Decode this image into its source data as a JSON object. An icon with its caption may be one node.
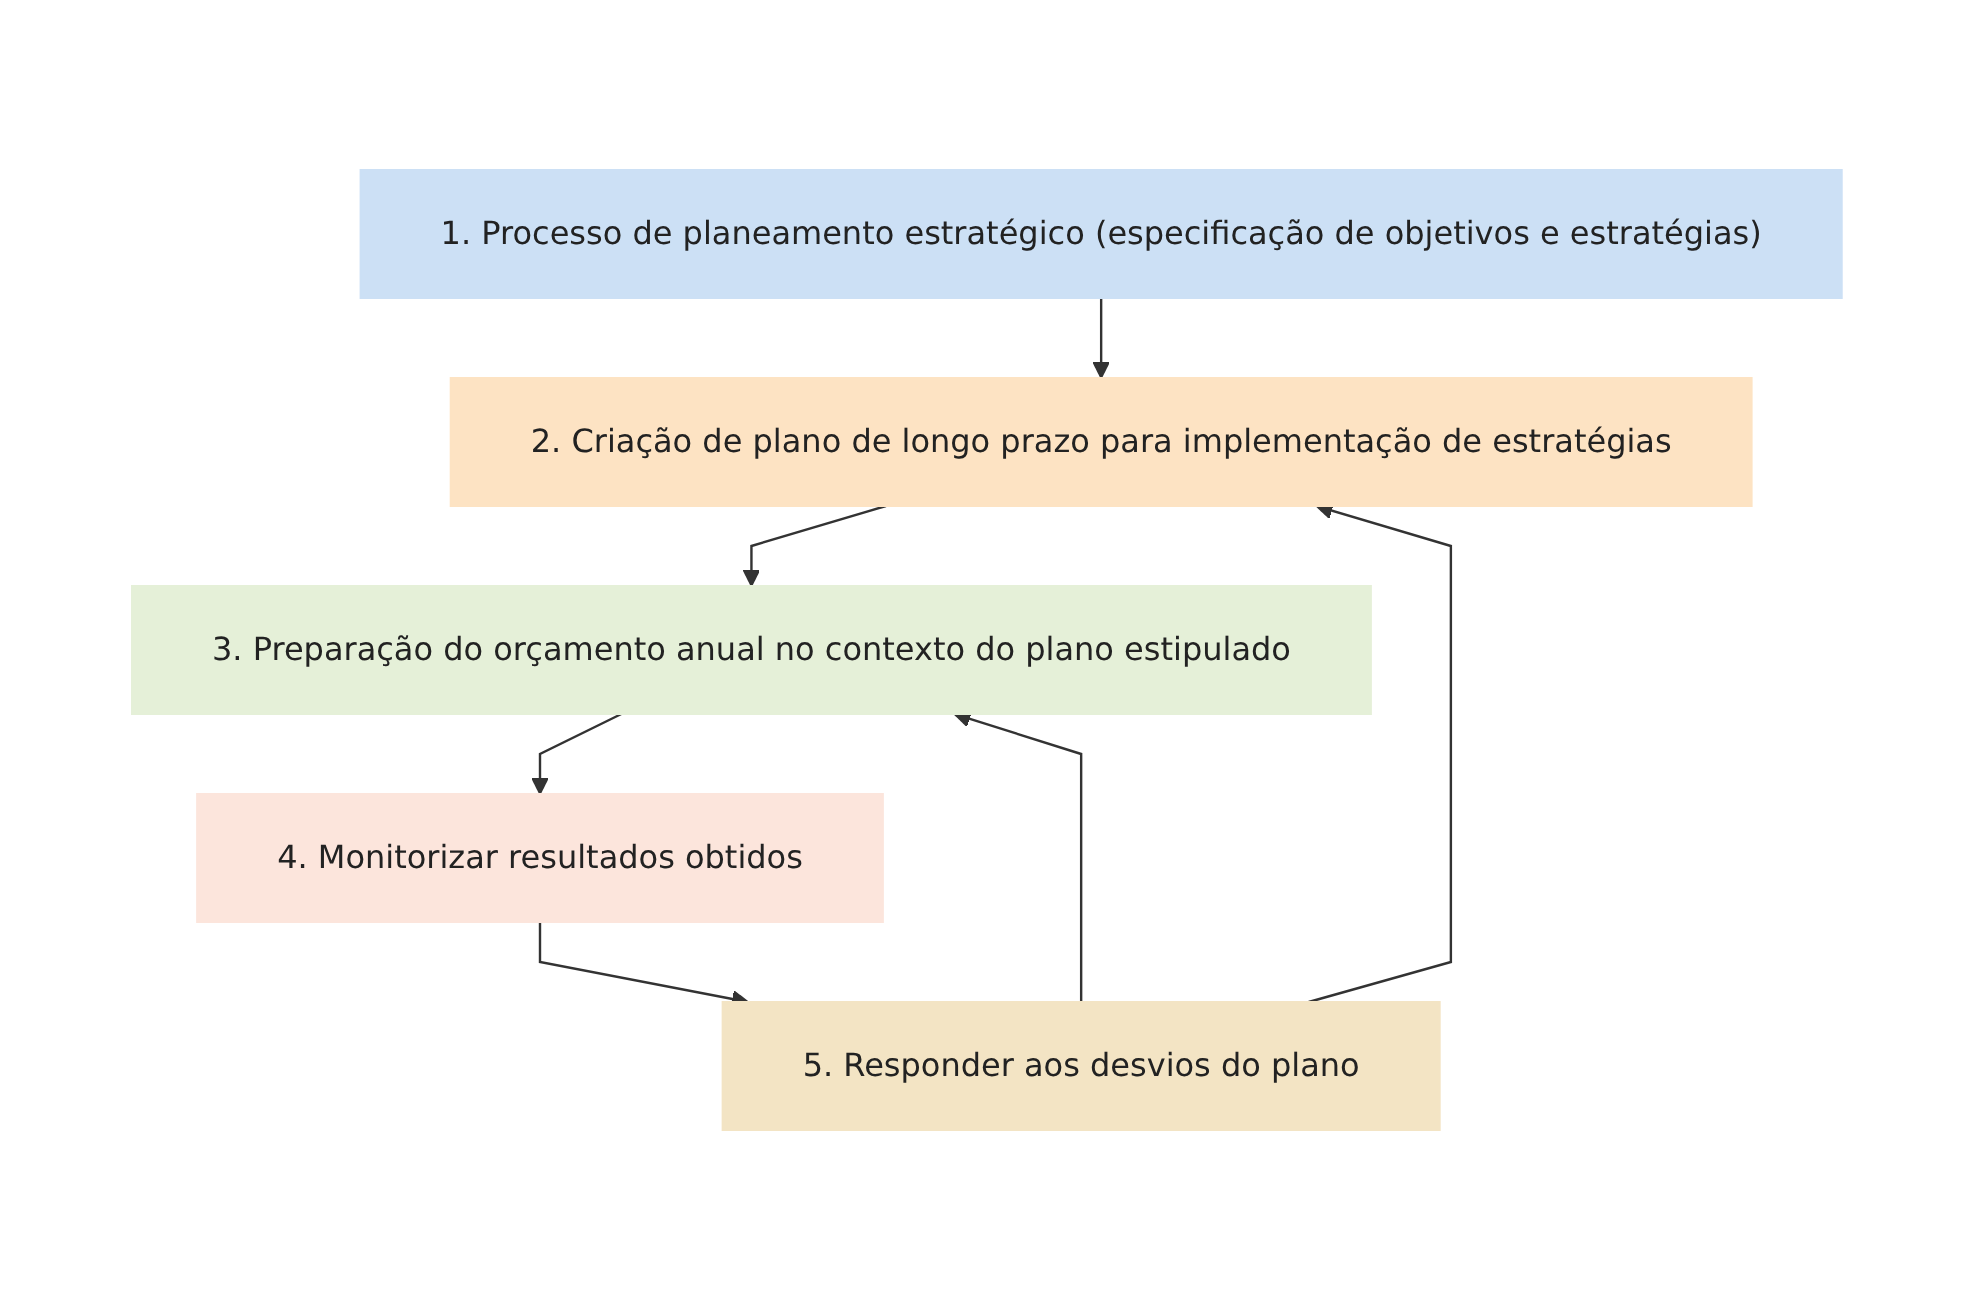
{
  "diagram": {
    "nodes": [
      {
        "text": [
          "1. Processo de planeamento estratégico (especificação de objetivos e estratégias)"
        ]
      },
      {
        "text": [
          "2. Criação de plano de longo prazo para implementação de estratégias"
        ]
      },
      {
        "text": [
          "3. Preparação do orçamento anual no contexto do plano estipulado"
        ]
      },
      {
        "text": [
          "4. Monitorizar resultados obtidos"
        ]
      },
      {
        "text": [
          "5. Responder aos desvios do plano"
        ]
      }
    ],
    "edges": [
      {
        "from": 0,
        "to": 1,
        "arrow": "to"
      },
      {
        "from": 1,
        "to": 2,
        "arrow": "to"
      },
      {
        "from": 2,
        "to": 3,
        "arrow": "to"
      },
      {
        "from": 3,
        "to": 4,
        "arrow": "to"
      },
      {
        "from": 4,
        "to": 2,
        "arrow": "to"
      },
      {
        "from": 4,
        "to": 1,
        "arrow": "to"
      }
    ]
  }
}
